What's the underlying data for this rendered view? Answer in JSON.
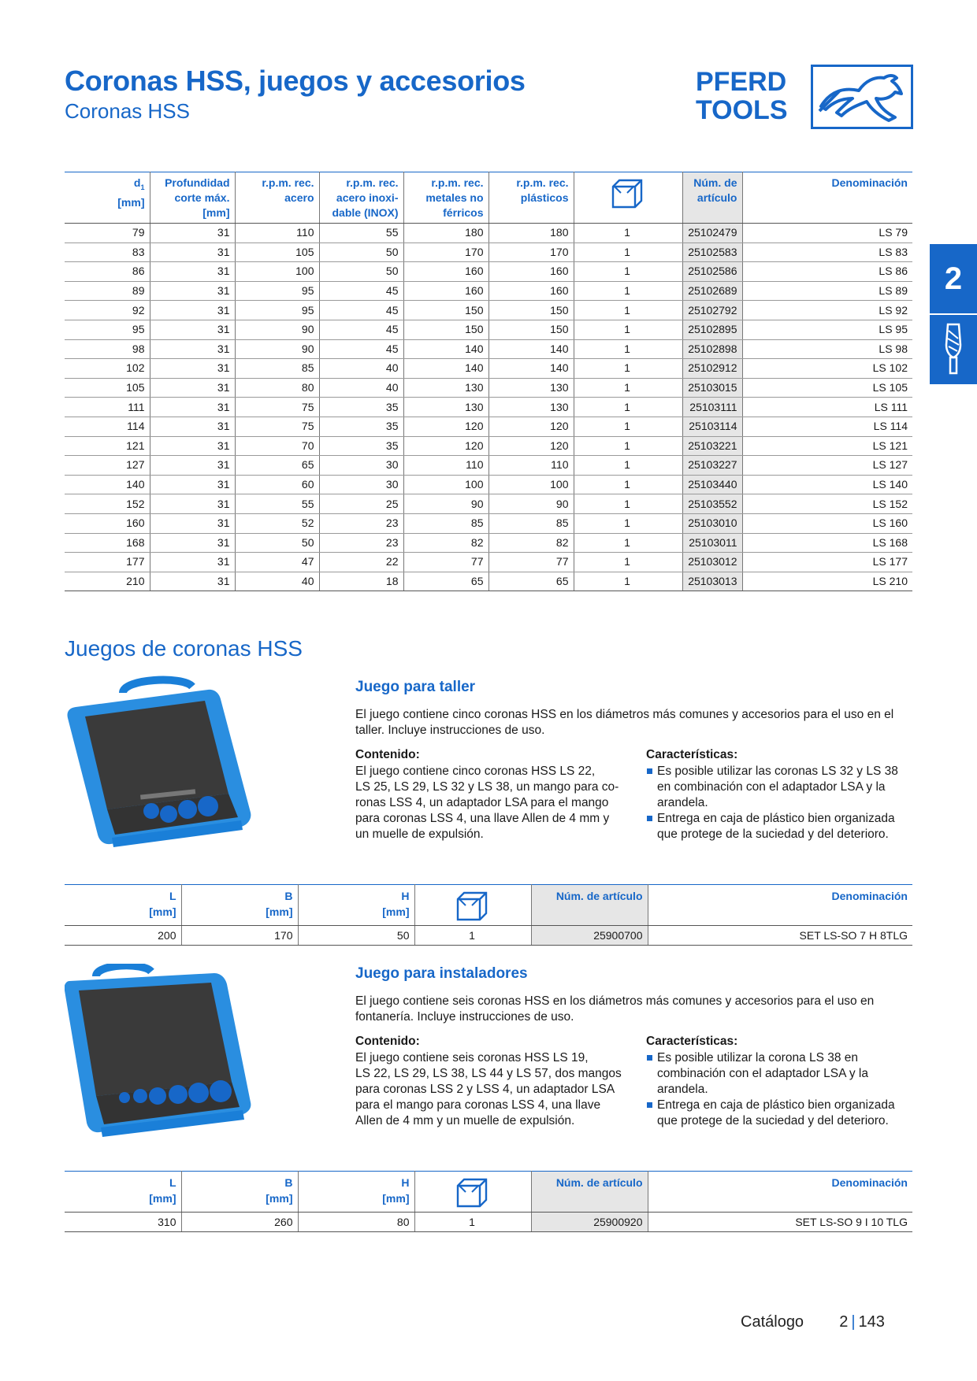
{
  "header": {
    "title": "Coronas HSS, juegos y accesorios",
    "subtitle": "Coronas HSS",
    "logo_line1": "PFERD",
    "logo_line2": "TOOLS"
  },
  "chapter_tab": {
    "number": "2"
  },
  "main_table": {
    "headers": [
      "d1 [mm]",
      "Profundidad corte máx. [mm]",
      "r.p.m. rec. acero",
      "r.p.m. rec. acero inoxi-dable (INOX)",
      "r.p.m. rec. metales no férricos",
      "r.p.m. rec. plásticos",
      "package-icon",
      "Núm. de artículo",
      "Denominación"
    ],
    "header_lines": {
      "h0a": "d",
      "h0sub": "1",
      "h0b": "[mm]",
      "h1a": "Profundidad",
      "h1b": "corte máx.",
      "h1c": "[mm]",
      "h2a": "r.p.m. rec.",
      "h2b": "acero",
      "h3a": "r.p.m. rec.",
      "h3b": "acero inoxi-",
      "h3c": "dable (INOX)",
      "h4a": "r.p.m. rec.",
      "h4b": "metales no",
      "h4c": "férricos",
      "h5a": "r.p.m. rec.",
      "h5b": "plásticos",
      "h7a": "Núm. de",
      "h7b": "artículo",
      "h8a": "Denominación"
    },
    "rows": [
      [
        "79",
        "31",
        "110",
        "55",
        "180",
        "180",
        "1",
        "25102479",
        "LS 79"
      ],
      [
        "83",
        "31",
        "105",
        "50",
        "170",
        "170",
        "1",
        "25102583",
        "LS 83"
      ],
      [
        "86",
        "31",
        "100",
        "50",
        "160",
        "160",
        "1",
        "25102586",
        "LS 86"
      ],
      [
        "89",
        "31",
        "95",
        "45",
        "160",
        "160",
        "1",
        "25102689",
        "LS 89"
      ],
      [
        "92",
        "31",
        "95",
        "45",
        "150",
        "150",
        "1",
        "25102792",
        "LS 92"
      ],
      [
        "95",
        "31",
        "90",
        "45",
        "150",
        "150",
        "1",
        "25102895",
        "LS 95"
      ],
      [
        "98",
        "31",
        "90",
        "45",
        "140",
        "140",
        "1",
        "25102898",
        "LS 98"
      ],
      [
        "102",
        "31",
        "85",
        "40",
        "140",
        "140",
        "1",
        "25102912",
        "LS 102"
      ],
      [
        "105",
        "31",
        "80",
        "40",
        "130",
        "130",
        "1",
        "25103015",
        "LS 105"
      ],
      [
        "111",
        "31",
        "75",
        "35",
        "130",
        "130",
        "1",
        "25103111",
        "LS 111"
      ],
      [
        "114",
        "31",
        "75",
        "35",
        "120",
        "120",
        "1",
        "25103114",
        "LS 114"
      ],
      [
        "121",
        "31",
        "70",
        "35",
        "120",
        "120",
        "1",
        "25103221",
        "LS 121"
      ],
      [
        "127",
        "31",
        "65",
        "30",
        "110",
        "110",
        "1",
        "25103227",
        "LS 127"
      ],
      [
        "140",
        "31",
        "60",
        "30",
        "100",
        "100",
        "1",
        "25103440",
        "LS 140"
      ],
      [
        "152",
        "31",
        "55",
        "25",
        "90",
        "90",
        "1",
        "25103552",
        "LS 152"
      ],
      [
        "160",
        "31",
        "52",
        "23",
        "85",
        "85",
        "1",
        "25103010",
        "LS 160"
      ],
      [
        "168",
        "31",
        "50",
        "23",
        "82",
        "82",
        "1",
        "25103011",
        "LS 168"
      ],
      [
        "177",
        "31",
        "47",
        "22",
        "77",
        "77",
        "1",
        "25103012",
        "LS 177"
      ],
      [
        "210",
        "31",
        "40",
        "18",
        "65",
        "65",
        "1",
        "25103013",
        "LS 210"
      ]
    ]
  },
  "sets_section": {
    "title": "Juegos de coronas HSS",
    "set_headers": {
      "l": "L",
      "b": "B",
      "h": "H",
      "unit": "[mm]",
      "article": "Núm. de artículo",
      "name": "Denominación"
    },
    "set1": {
      "title": "Juego para taller",
      "description": "El juego contiene cinco coronas HSS en los diámetros más comunes y accesorios para el uso en el taller. Incluye instrucciones de uso.",
      "contents_label": "Contenido:",
      "contents_lines": [
        "El juego contiene cinco coronas HSS LS 22,",
        "LS 25, LS 29, LS 32 y LS 38, un mango para co-",
        "ronas LSS 4, un adaptador LSA para el mango",
        "para coronas LSS 4, una llave Allen de 4 mm y",
        "un muelle de expulsión."
      ],
      "features_label": "Características:",
      "features": [
        "Es posible utilizar las coronas LS 32 y LS 38 en combinación con el adaptador LSA y la arandela.",
        "Entrega en caja de plástico bien organizada que protege de la suciedad y del deterioro."
      ],
      "row": {
        "l": "200",
        "b": "170",
        "h": "50",
        "qty": "1",
        "article": "25900700",
        "name": "SET LS-SO 7 H 8TLG"
      }
    },
    "set2": {
      "title": "Juego para instaladores",
      "description": "El juego contiene seis coronas HSS en los diámetros más comunes y accesorios para el uso en fontanería. Incluye instrucciones de uso.",
      "contents_label": "Contenido:",
      "contents_lines": [
        "El juego contiene seis coronas HSS LS 19,",
        "LS 22, LS 29, LS 38, LS 44 y LS 57, dos mangos",
        "para coronas LSS 2 y LSS 4, un adaptador LSA",
        "para el mango para coronas LSS 4, una llave",
        "Allen de 4 mm y un muelle de expulsión."
      ],
      "features_label": "Características:",
      "features": [
        "Es posible utilizar la corona LS 38 en combinación con el adaptador LSA y la arandela.",
        "Entrega en caja de plástico bien organizada que protege de la suciedad y del deterioro."
      ],
      "row": {
        "l": "310",
        "b": "260",
        "h": "80",
        "qty": "1",
        "article": "25900920",
        "name": "SET LS-SO 9 I 10 TLG"
      }
    }
  },
  "footer": {
    "label": "Catálogo",
    "chapter": "2",
    "page": "143"
  },
  "colors": {
    "brand_blue": "#1767c8",
    "shade": "#e6e6e6"
  }
}
